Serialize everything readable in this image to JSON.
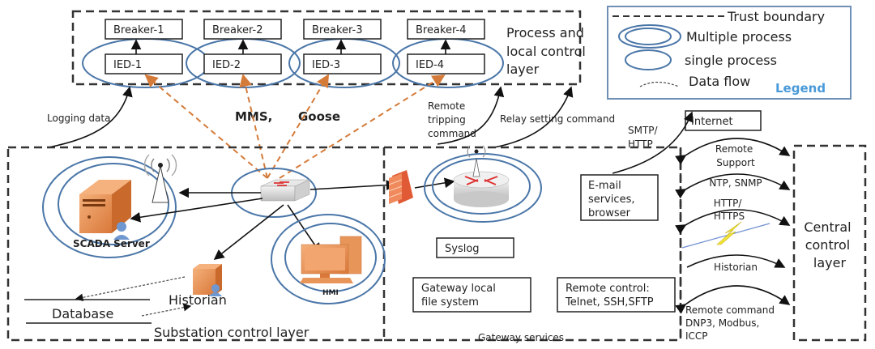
{
  "process_layer": {
    "label_lines": [
      "Process and",
      "local control",
      "layer"
    ],
    "breakers": [
      "Breaker-1",
      "Breaker-2",
      "Breaker-3",
      "Breaker-4"
    ],
    "ieds": [
      "IED-1",
      "IED-2",
      "IED-3",
      "IED-4"
    ]
  },
  "legend": {
    "title": "Legend",
    "items": [
      "Trust boundary",
      "Multiple process",
      "single process",
      "Data flow"
    ],
    "title_color": "#4a9ad8"
  },
  "flows": {
    "logging_data": "Logging data",
    "mms": "MMS,",
    "goose": "Goose",
    "remote_tripping": [
      "Remote",
      "tripping",
      "command"
    ],
    "relay_setting": "Relay setting command",
    "smtp_http": [
      "SMTP/",
      "HTTP"
    ]
  },
  "substation_layer": {
    "label": "Substation control layer",
    "scada": "SCADA Server",
    "hmi": "HMI",
    "historian": "Historian",
    "database": "Database"
  },
  "gateway": {
    "label": "Gateway services",
    "syslog": "Syslog",
    "local_fs": [
      "Gateway local",
      "file system"
    ],
    "remote_control": [
      "Remote control:",
      "Telnet, SSH,SFTP"
    ],
    "email": [
      "E-mail",
      "services,",
      "browser"
    ],
    "internet": "Internet"
  },
  "wan_links": {
    "remote_support": [
      "Remote",
      "Support"
    ],
    "ntp_snmp": "NTP,  SNMP",
    "http_https": [
      "HTTP/",
      "HTTPS"
    ],
    "historian": "Historian",
    "remote_command": [
      "Remote command",
      "DNP3, Modbus,",
      "ICCP"
    ]
  },
  "central_layer": {
    "label_lines": [
      "Central",
      "control",
      "layer"
    ]
  },
  "colors": {
    "ellipse": "#4a76a8",
    "goose_link": "#d47b3a",
    "device": "#e8955a"
  }
}
